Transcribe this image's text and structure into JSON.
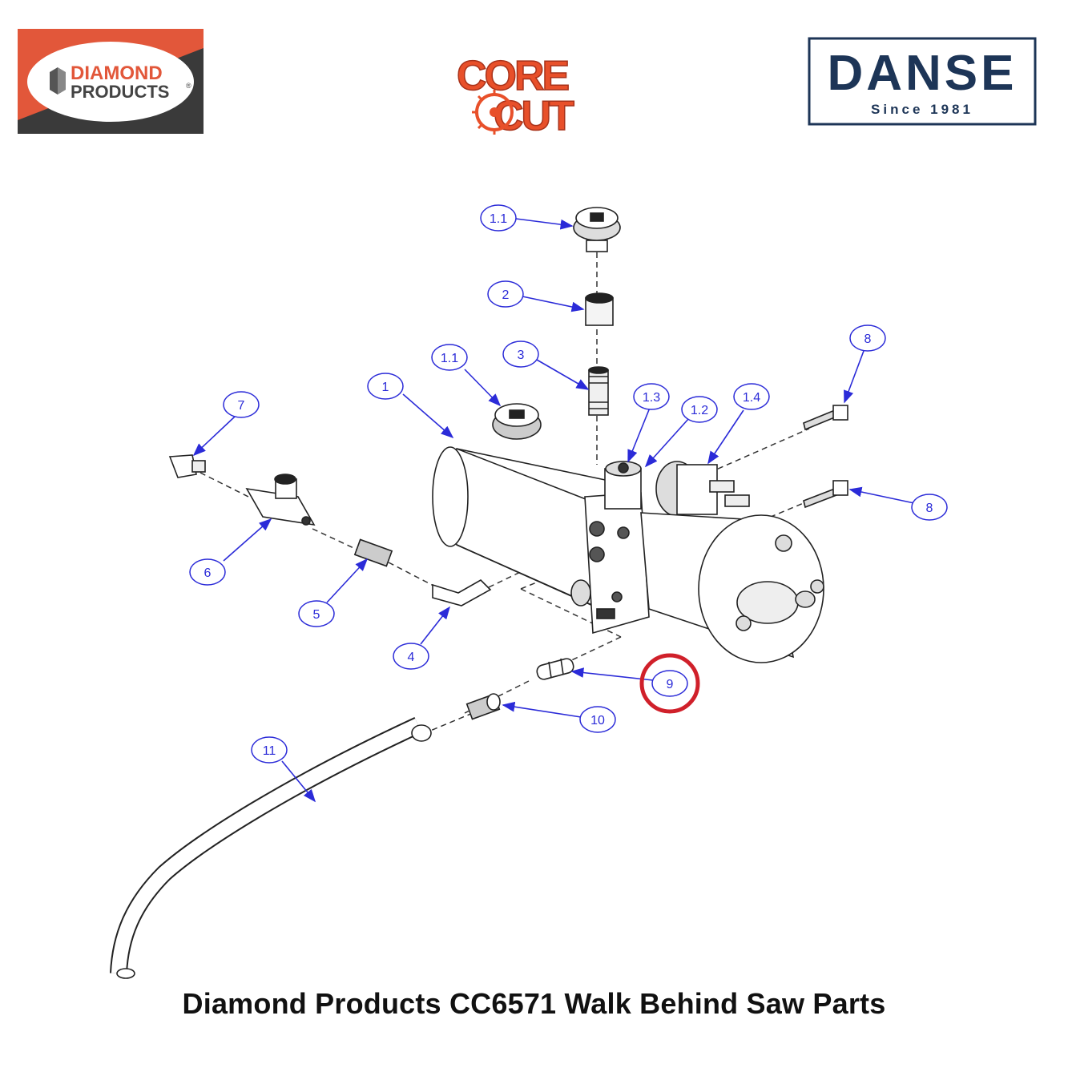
{
  "logos": {
    "diamond": {
      "line1": "DIAMOND",
      "line2": "PRODUCTS",
      "mark": "®"
    },
    "corecut": {
      "line1": "CORE",
      "line2": "CUT"
    },
    "danse": {
      "name": "DANSE",
      "since": "Since 1981"
    }
  },
  "callouts": [
    {
      "id": "1.1",
      "label": "1.1",
      "highlighted": false
    },
    {
      "id": "2",
      "label": "2",
      "highlighted": false
    },
    {
      "id": "3",
      "label": "3",
      "highlighted": false
    },
    {
      "id": "1.1b",
      "label": "1.1",
      "highlighted": false
    },
    {
      "id": "1",
      "label": "1",
      "highlighted": false
    },
    {
      "id": "1.3",
      "label": "1.3",
      "highlighted": false
    },
    {
      "id": "1.2",
      "label": "1.2",
      "highlighted": false
    },
    {
      "id": "1.4",
      "label": "1.4",
      "highlighted": false
    },
    {
      "id": "8a",
      "label": "8",
      "highlighted": false
    },
    {
      "id": "8b",
      "label": "8",
      "highlighted": false
    },
    {
      "id": "7",
      "label": "7",
      "highlighted": false
    },
    {
      "id": "6",
      "label": "6",
      "highlighted": false
    },
    {
      "id": "5",
      "label": "5",
      "highlighted": false
    },
    {
      "id": "4",
      "label": "4",
      "highlighted": false
    },
    {
      "id": "9",
      "label": "9",
      "highlighted": true
    },
    {
      "id": "10",
      "label": "10",
      "highlighted": false
    },
    {
      "id": "11",
      "label": "11",
      "highlighted": false
    }
  ],
  "colors": {
    "callout": "#2b2bd8",
    "highlight": "#d0202a",
    "diamond_orange": "#e2573a",
    "diamond_dark": "#3a3a3a",
    "danse_navy": "#1d3557",
    "corecut_orange": "#e8502a"
  },
  "footer": {
    "title": "Diamond Products CC6571 Walk Behind Saw Parts"
  }
}
